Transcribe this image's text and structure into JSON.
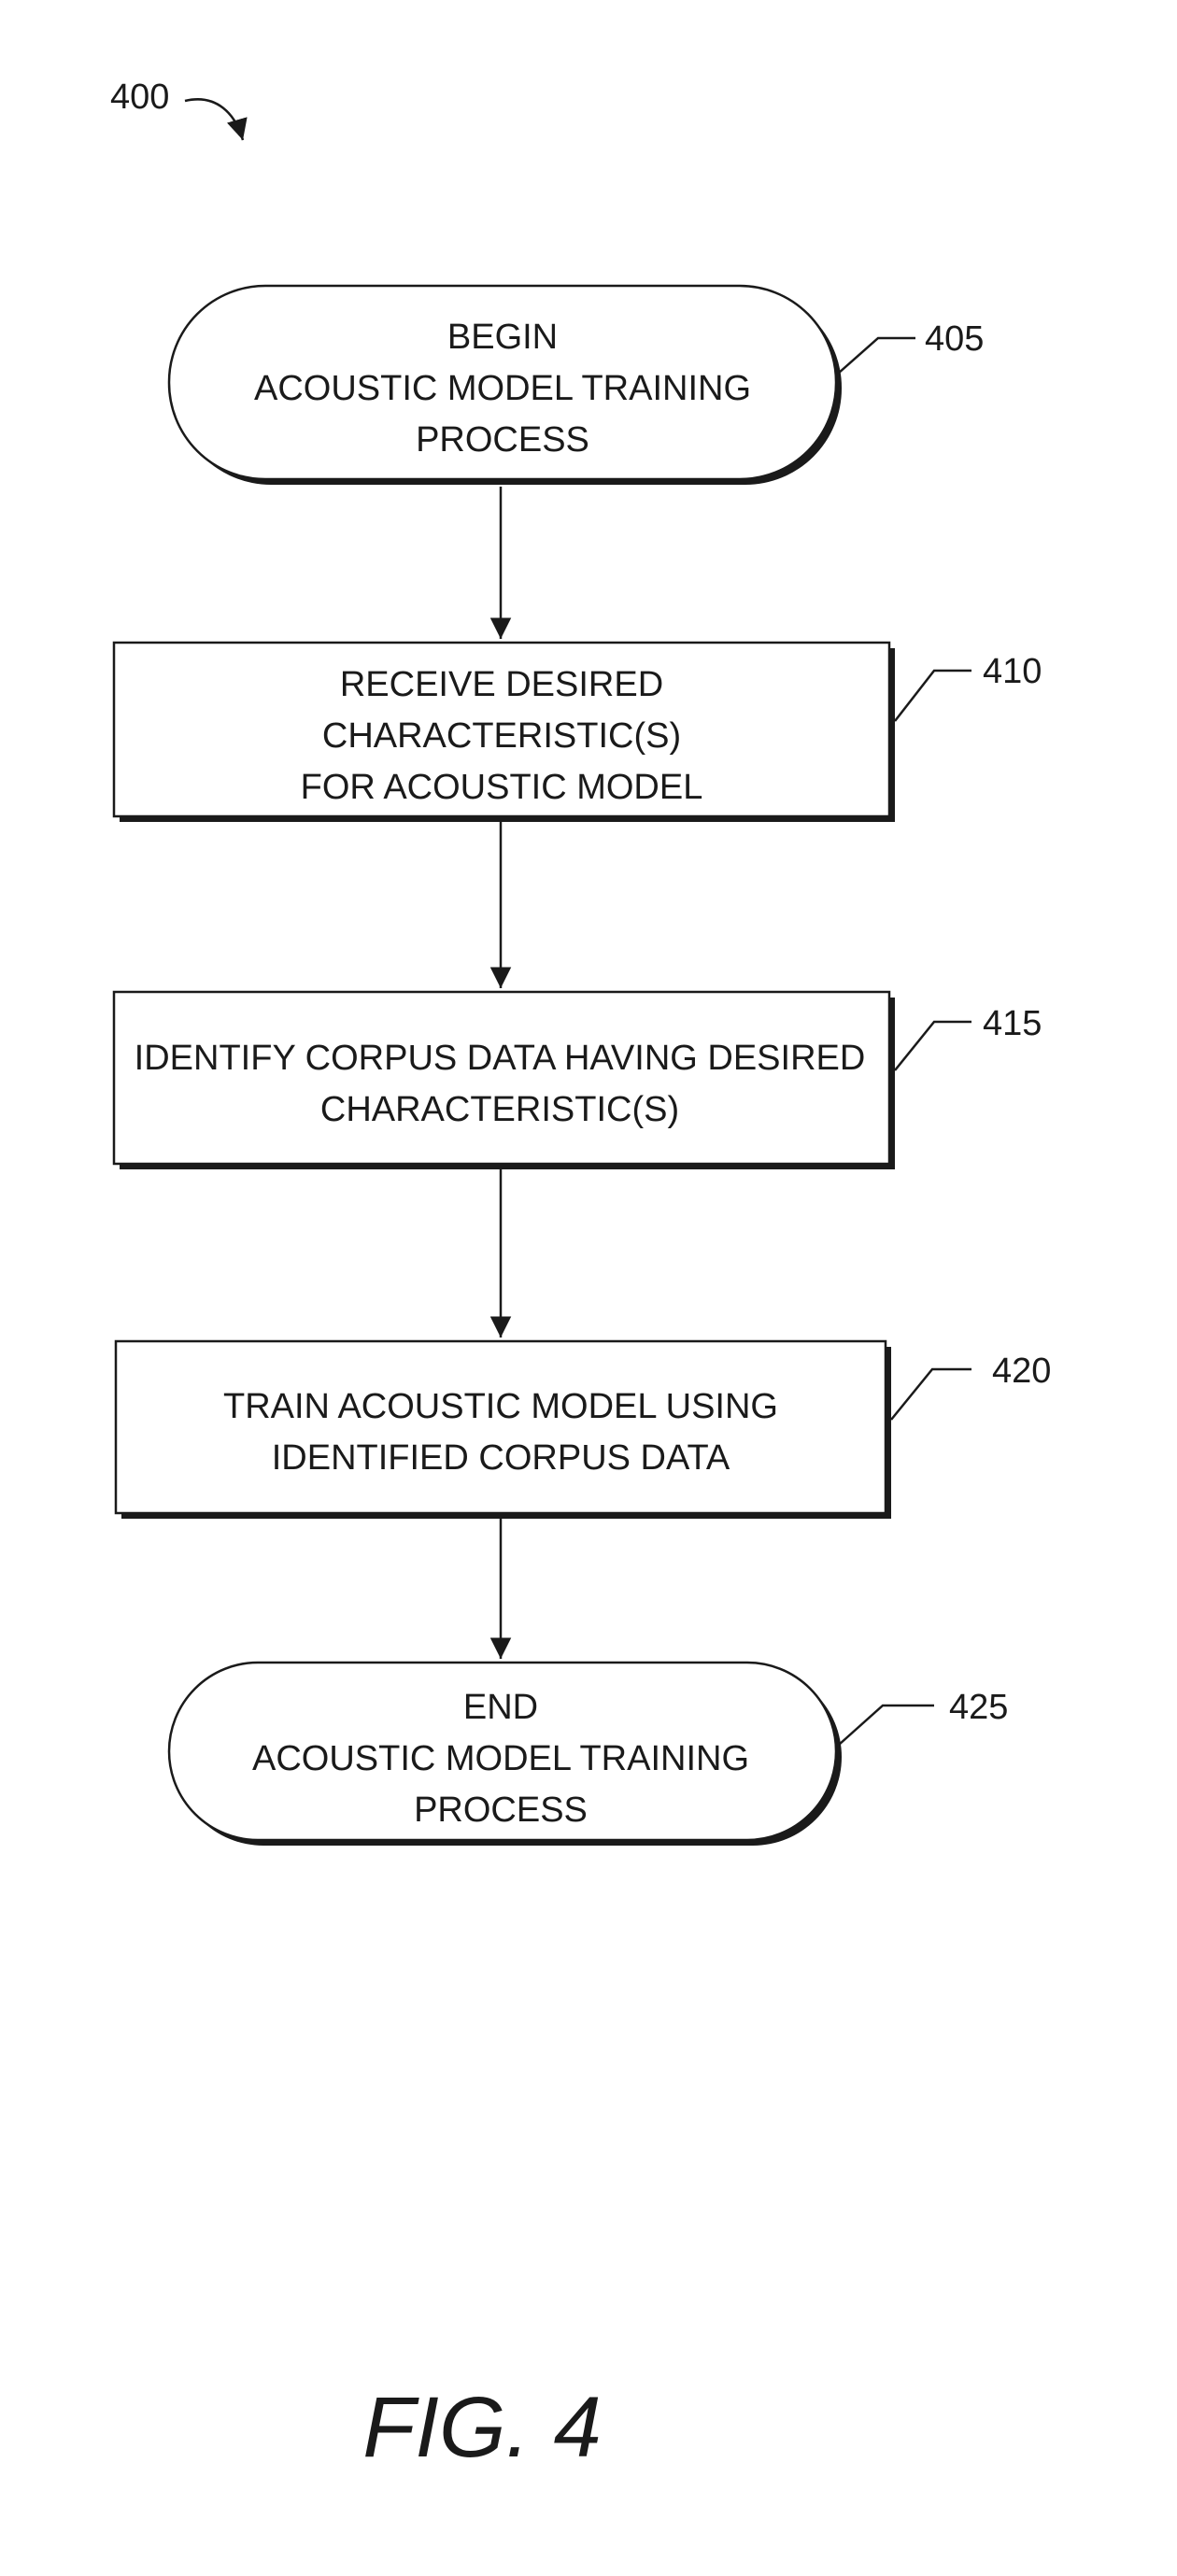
{
  "figure": {
    "number": "400",
    "caption": "FIG. 4"
  },
  "nodes": [
    {
      "id": "405",
      "shape": "terminal",
      "lines": [
        "BEGIN",
        "ACOUSTIC MODEL TRAINING",
        "PROCESS"
      ]
    },
    {
      "id": "410",
      "shape": "process",
      "lines": [
        "RECEIVE DESIRED",
        "CHARACTERISTIC(S)",
        "FOR ACOUSTIC MODEL"
      ]
    },
    {
      "id": "415",
      "shape": "process",
      "lines": [
        "IDENTIFY CORPUS  DATA HAVING DESIRED",
        "CHARACTERISTIC(S)"
      ]
    },
    {
      "id": "420",
      "shape": "process",
      "lines": [
        "TRAIN  ACOUSTIC MODEL USING",
        "IDENTIFIED CORPUS DATA"
      ]
    },
    {
      "id": "425",
      "shape": "terminal",
      "lines": [
        "END",
        "ACOUSTIC MODEL TRAINING",
        "PROCESS"
      ]
    }
  ],
  "edges": [
    {
      "from": "405",
      "to": "410"
    },
    {
      "from": "410",
      "to": "415"
    },
    {
      "from": "415",
      "to": "420"
    },
    {
      "from": "420",
      "to": "425"
    }
  ]
}
